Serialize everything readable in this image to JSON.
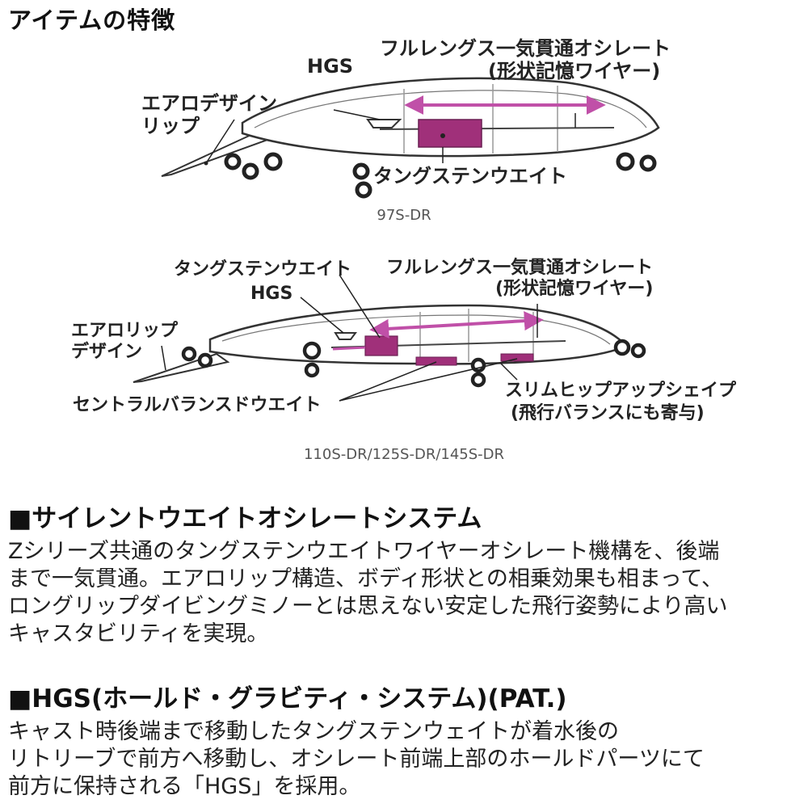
{
  "title": "アイテムの特徴",
  "diagram1": {
    "labels": {
      "hgs": "HGS",
      "wire_line1": "フルレングス一気貫通オシレート",
      "wire_line2": "(形状記憶ワイヤー)",
      "lip_line1": "エアロデザイン",
      "lip_line2": "リップ",
      "weight": "タングステンウエイト"
    },
    "caption": "97S-DR"
  },
  "diagram2": {
    "labels": {
      "weight": "タングステンウエイト",
      "hgs": "HGS",
      "wire_line1": "フルレングス一気貫通オシレート",
      "wire_line2": "(形状記憶ワイヤー)",
      "lip_line1": "エアロリップ",
      "lip_line2": "デザイン",
      "central_weight": "セントラルバランスドウエイト",
      "slim_line1": "スリムヒップアップシェイプ",
      "slim_line2": "(飛行バランスにも寄与)"
    },
    "caption": "110S-DR/125S-DR/145S-DR"
  },
  "section1": {
    "heading": "■サイレントウエイトオシレートシステム",
    "lines": [
      "Zシリーズ共通のタングステンウエイトワイヤーオシレート機構を、後端",
      "まで一気貫通。エアロリップ構造、ボディ形状との相乗効果も相まって、",
      "ロングリップダイビングミノーとは思えない安定した飛行姿勢により高い",
      "キャスタビリティを実現。"
    ]
  },
  "section2": {
    "heading": "■HGS(ホールド・グラビティ・システム)(PAT.)",
    "lines": [
      "キャスト時後端まで移動したタングステンウェイトが着水後の",
      "リトリーブで前方へ移動し、オシレート前端上部のホールドパーツにて",
      "前方に保持される「HGS」を採用。"
    ]
  },
  "colors": {
    "accent_magenta": "#a0307a",
    "arrow_magenta": "#c050a8",
    "text": "#111111",
    "caption_gray": "#555555"
  }
}
